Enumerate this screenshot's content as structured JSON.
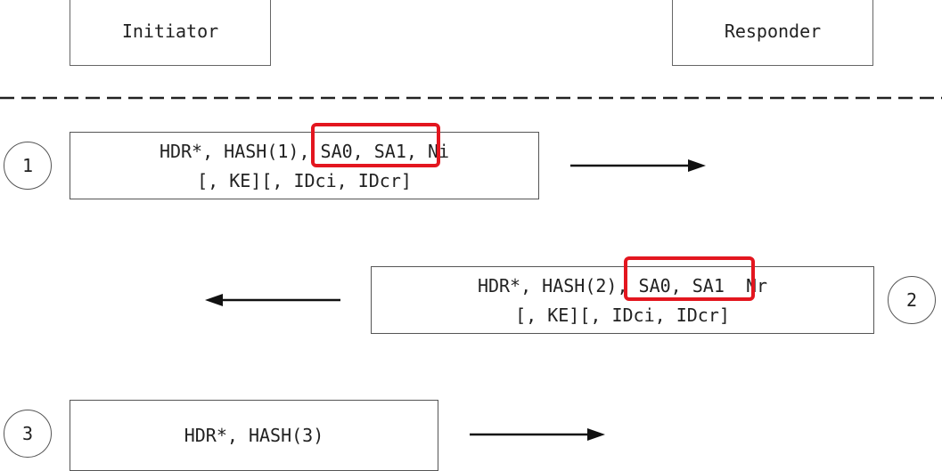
{
  "parties": {
    "initiator": "Initiator",
    "responder": "Responder"
  },
  "messages": [
    {
      "step": "1",
      "line1": "HDR*, HASH(1), SA0, SA1, Ni",
      "line2": "[, KE][, IDci, IDcr]",
      "direction": "to-responder",
      "highlighted": "SA0, SA1"
    },
    {
      "step": "2",
      "line1": "HDR*, HASH(2), SA0, SA1  Nr",
      "line2": "[, KE][, IDci, IDcr]",
      "direction": "to-initiator",
      "highlighted": "SA0, SA1"
    },
    {
      "step": "3",
      "line1": "HDR*, HASH(3)",
      "direction": "to-responder"
    }
  ],
  "colors": {
    "highlight": "#e3161f",
    "border": "#555555",
    "text": "#222222"
  }
}
